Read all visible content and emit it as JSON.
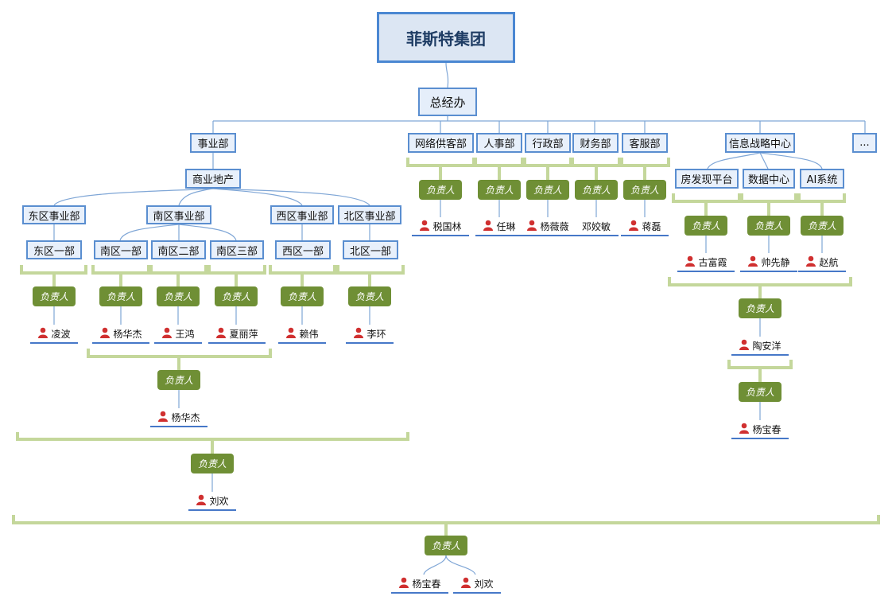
{
  "root": "菲斯特集团",
  "ceo": "总经办",
  "departments": {
    "business": "事业部",
    "commercial": "商业地产",
    "east": "东区事业部",
    "south": "南区事业部",
    "west": "西区事业部",
    "north": "北区事业部",
    "east1": "东区一部",
    "south1": "南区一部",
    "south2": "南区二部",
    "south3": "南区三部",
    "west1": "西区一部",
    "north1": "北区一部",
    "network": "网络供客部",
    "hr": "人事部",
    "admin": "行政部",
    "finance": "财务部",
    "service": "客服部",
    "info": "信息战略中心",
    "house": "房发现平台",
    "data": "数据中心",
    "ai": "AI系统",
    "more": "..."
  },
  "role_label": "负责人",
  "people": {
    "east": "凌波",
    "south1": "杨华杰",
    "south2": "王鸿",
    "south3": "夏丽萍",
    "west": "赖伟",
    "north": "李环",
    "south_all": "杨华杰",
    "business": "刘欢",
    "network": "税国林",
    "hr": "任琳",
    "admin": "杨薇薇",
    "finance": "邓姣敏",
    "service": "蒋磊",
    "house": "古富霞",
    "data": "帅先静",
    "ai": "赵航",
    "info1": "陶安洋",
    "info2": "杨宝春",
    "group1": "杨宝春",
    "group2": "刘欢"
  },
  "colors": {
    "node_border": "#5a8ed0",
    "node_fill": "#e8f0fb",
    "role_fill": "#6f8f35",
    "bracket": "#c4d79b",
    "connector": "#7fa6d6",
    "person_icon": "#d03030"
  }
}
